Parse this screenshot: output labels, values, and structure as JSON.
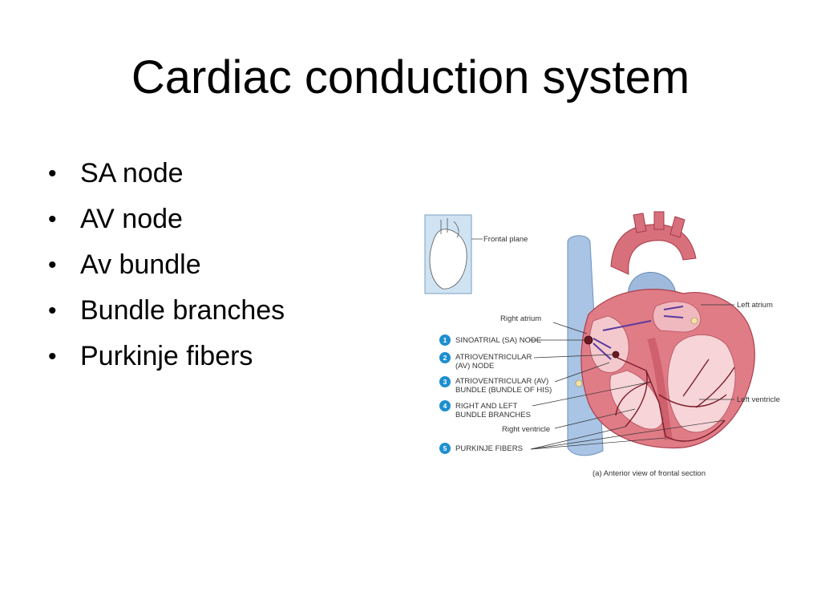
{
  "slide": {
    "title": "Cardiac conduction system",
    "bullets": [
      "SA node",
      "AV node",
      "Av bundle",
      "Bundle branches",
      "Purkinje fibers"
    ],
    "bullet_char": "•"
  },
  "figure": {
    "inset_label": "Frontal plane",
    "labels": {
      "right_atrium": "Right atrium",
      "left_atrium": "Left atrium",
      "left_ventricle": "Left ventricle",
      "right_ventricle": "Right ventricle"
    },
    "numbered": [
      {
        "num": "1",
        "line1": "SINOATRIAL (SA) NODE",
        "line2": ""
      },
      {
        "num": "2",
        "line1": "ATRIOVENTRICULAR",
        "line2": "(AV) NODE"
      },
      {
        "num": "3",
        "line1": "ATRIOVENTRICULAR (AV)",
        "line2": "BUNDLE (BUNDLE OF HIS)"
      },
      {
        "num": "4",
        "line1": "RIGHT AND LEFT",
        "line2": "BUNDLE BRANCHES"
      },
      {
        "num": "5",
        "line1": "PURKINJE FIBERS",
        "line2": ""
      }
    ],
    "caption": "(a) Anterior view of frontal section",
    "colors": {
      "badge": "#1d8fcf",
      "heart_red": "#d9505e",
      "vessel_blue": "#8fb3d9"
    }
  }
}
